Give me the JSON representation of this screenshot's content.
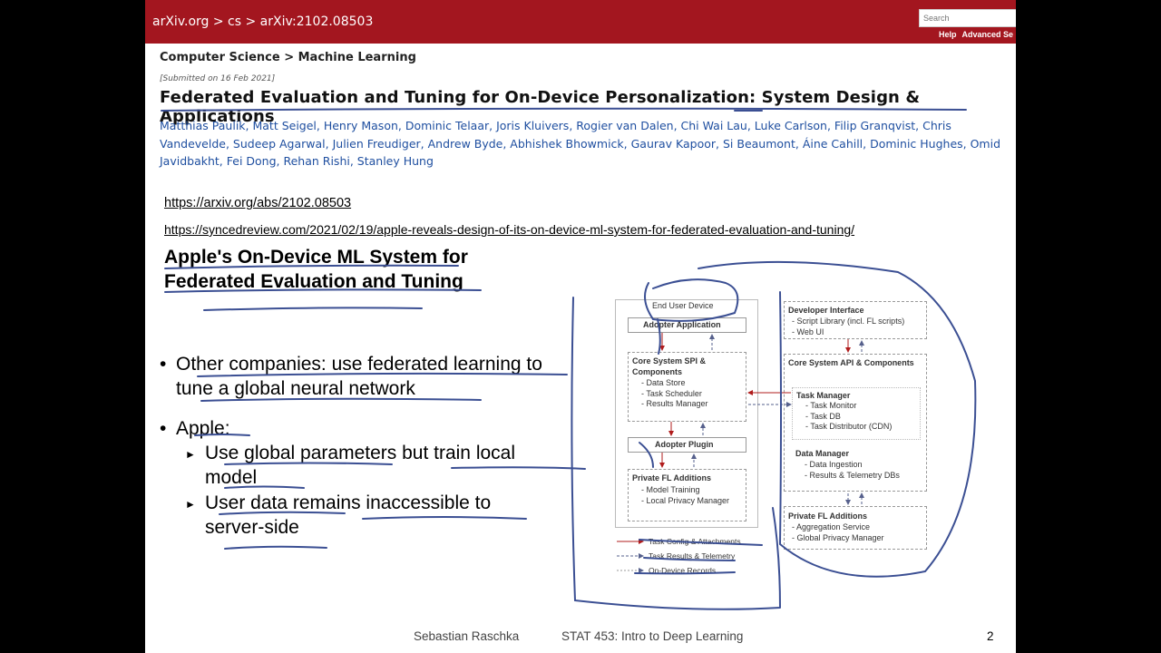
{
  "arxiv": {
    "breadcrumb": "arXiv.org > cs > arXiv:2102.08503",
    "search_placeholder": "Search",
    "help": "Help",
    "advanced": "Advanced Se"
  },
  "subject": "Computer Science > Machine Learning",
  "submitted": "[Submitted on 16 Feb 2021]",
  "paper_title": "Federated Evaluation and Tuning for On-Device Personalization: System Design & Applications",
  "authors": "Matthias Paulik, Matt Seigel, Henry Mason, Dominic Telaar, Joris Kluivers, Rogier van Dalen, Chi Wai Lau, Luke Carlson, Filip Granqvist, Chris Vandevelde, Sudeep Agarwal, Julien Freudiger, Andrew Byde, Abhishek Bhowmick, Gaurav Kapoor, Si Beaumont, Áine Cahill, Dominic Hughes, Omid Javidbakht, Fei Dong, Rehan Rishi, Stanley Hung",
  "links": {
    "arxiv": "https://arxiv.org/abs/2102.08503",
    "synced": "https://syncedreview.com/2021/02/19/apple-reveals-design-of-its-on-device-ml-system-for-federated-evaluation-and-tuning/"
  },
  "heading": {
    "line1": "Apple's On-Device ML System for",
    "line2": "Federated Evaluation and Tuning"
  },
  "bullets": {
    "b1": "Other companies: use federated learning to tune a global neural network",
    "b2": "Apple:",
    "sub1": "Use global parameters but train local model",
    "sub2": "User data remains inaccessible to server-side"
  },
  "diagram": {
    "end_user": "End User Device",
    "adopter_app": "Adopter Application",
    "core_spi": "Core System SPI & Components",
    "core_spi_items": [
      "- Data Store",
      "- Task Scheduler",
      "- Results Manager"
    ],
    "adopter_plugin": "Adopter Plugin",
    "private_fl_client": "Private FL Additions",
    "private_fl_client_items": [
      "- Model Training",
      "- Local Privacy Manager"
    ],
    "dev_interface": "Developer Interface",
    "dev_interface_items": [
      "- Script Library (incl. FL scripts)",
      "- Web UI"
    ],
    "core_api": "Core System API & Components",
    "task_manager": "Task Manager",
    "task_manager_items": [
      "- Task Monitor",
      "- Task DB",
      "- Task Distributor (CDN)"
    ],
    "data_manager": "Data Manager",
    "data_manager_items": [
      "- Data Ingestion",
      "- Results & Telemetry DBs"
    ],
    "private_fl_server": "Private FL Additions",
    "private_fl_server_items": [
      "- Aggregation Service",
      "- Global Privacy Manager"
    ],
    "legend": [
      "Task Config & Attachments",
      "Task Results & Telemetry",
      "On-Device Records"
    ]
  },
  "footer": {
    "author": "Sebastian Raschka",
    "course": "STAT 453: Intro to Deep Learning",
    "page": "2"
  },
  "colors": {
    "arxiv_red": "#a3161f",
    "author_blue": "#1f4fa0",
    "annotation_blue": "#3b4f93",
    "arrow_red": "#b01c1c"
  }
}
